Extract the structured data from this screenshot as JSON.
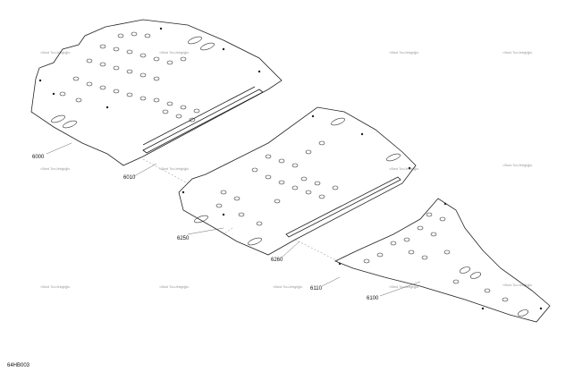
{
  "diagram_ref": "64HB003",
  "watermark": "<Bwd TooJebgbjjlu",
  "parts": [
    {
      "id": "p6000",
      "label": "6000"
    },
    {
      "id": "p6010",
      "label": "6010"
    },
    {
      "id": "p6250",
      "label": "6250"
    },
    {
      "id": "p6260",
      "label": "6260"
    },
    {
      "id": "p6110",
      "label": "6110"
    },
    {
      "id": "p6100",
      "label": "6100"
    }
  ]
}
